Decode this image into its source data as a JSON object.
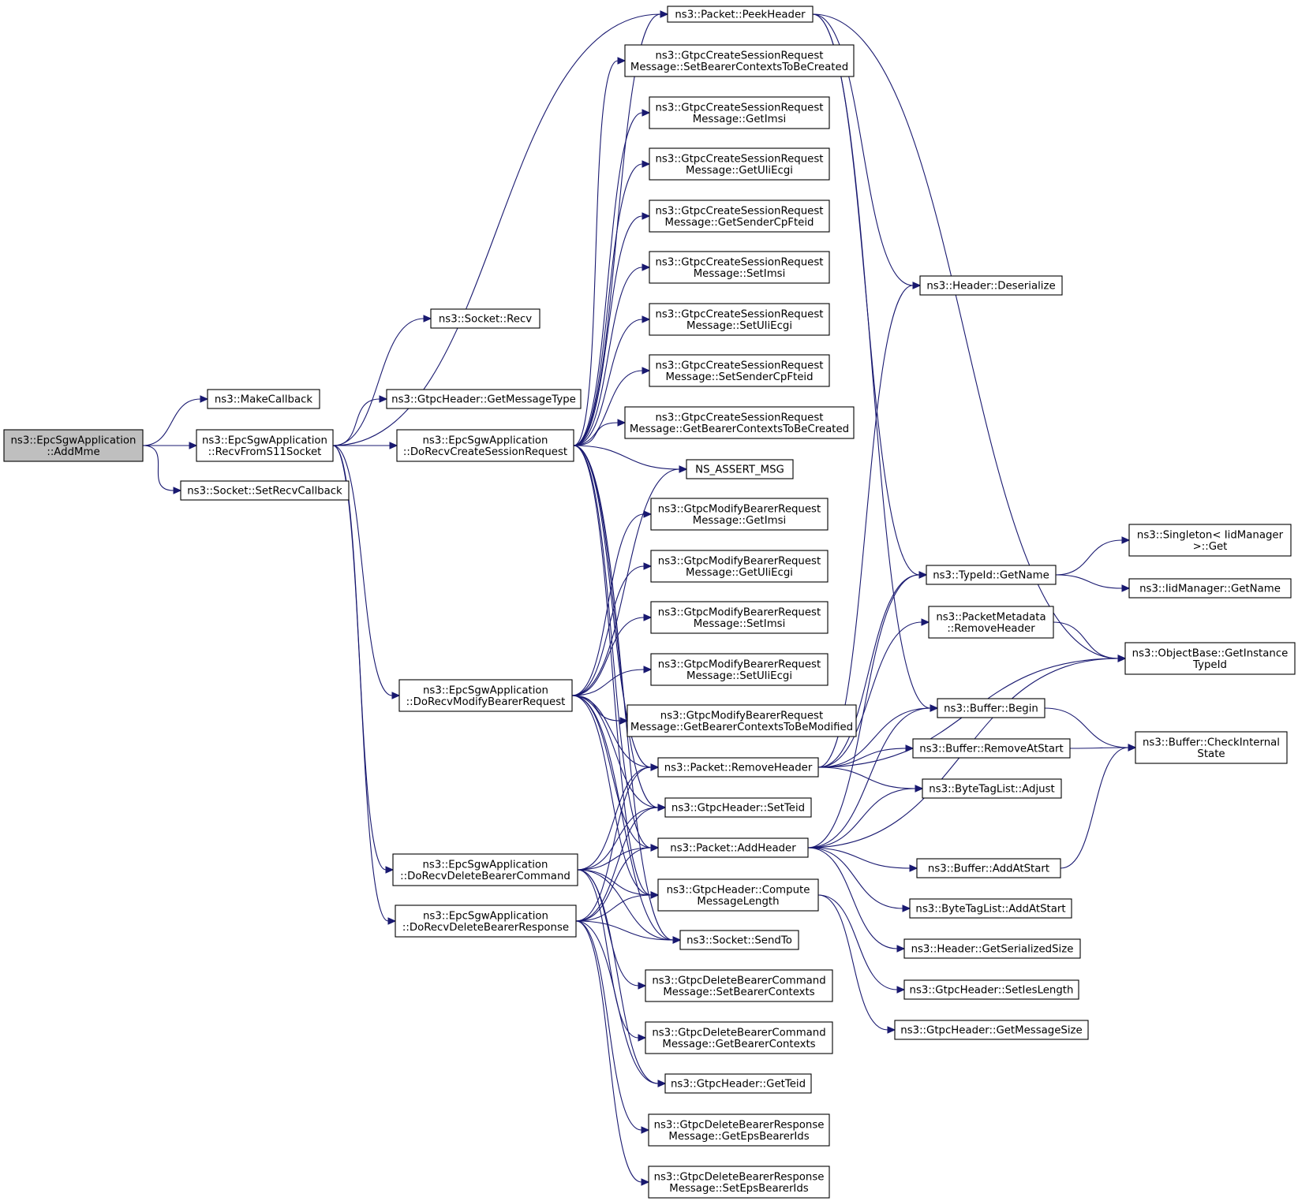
{
  "colors": {
    "edge": "#191970",
    "node_border": "#000000",
    "node_border_truncated": "#ff0000",
    "root_fill": "#bfbfbf",
    "node_fill": "#ffffff"
  },
  "nodes": [
    {
      "id": "root",
      "lines": [
        "ns3::EpcSgwApplication",
        "::AddMme"
      ],
      "root": true
    },
    {
      "id": "makecb",
      "lines": [
        "ns3::MakeCallback"
      ]
    },
    {
      "id": "recvs11",
      "lines": [
        "ns3::EpcSgwApplication",
        "::RecvFromS11Socket"
      ]
    },
    {
      "id": "setrecvcb",
      "lines": [
        "ns3::Socket::SetRecvCallback"
      ]
    },
    {
      "id": "sockrecv",
      "lines": [
        "ns3::Socket::Recv"
      ]
    },
    {
      "id": "getmsgtype",
      "lines": [
        "ns3::GtpcHeader::GetMessageType"
      ]
    },
    {
      "id": "docreate",
      "lines": [
        "ns3::EpcSgwApplication",
        "::DoRecvCreateSessionRequest"
      ]
    },
    {
      "id": "domodify",
      "lines": [
        "ns3::EpcSgwApplication",
        "::DoRecvModifyBearerRequest"
      ]
    },
    {
      "id": "dodelcmd",
      "lines": [
        "ns3::EpcSgwApplication",
        "::DoRecvDeleteBearerCommand"
      ]
    },
    {
      "id": "dodelresp",
      "lines": [
        "ns3::EpcSgwApplication",
        "::DoRecvDeleteBearerResponse"
      ]
    },
    {
      "id": "peekheader",
      "lines": [
        "ns3::Packet::PeekHeader"
      ]
    },
    {
      "id": "csr_setbctbc",
      "lines": [
        "ns3::GtpcCreateSessionRequest",
        "Message::SetBearerContextsToBeCreated"
      ]
    },
    {
      "id": "csr_getimsi",
      "lines": [
        "ns3::GtpcCreateSessionRequest",
        "Message::GetImsi"
      ]
    },
    {
      "id": "csr_getuli",
      "lines": [
        "ns3::GtpcCreateSessionRequest",
        "Message::GetUliEcgi"
      ]
    },
    {
      "id": "csr_getfteid",
      "lines": [
        "ns3::GtpcCreateSessionRequest",
        "Message::GetSenderCpFteid"
      ]
    },
    {
      "id": "csr_setimsi",
      "lines": [
        "ns3::GtpcCreateSessionRequest",
        "Message::SetImsi"
      ]
    },
    {
      "id": "csr_setuli",
      "lines": [
        "ns3::GtpcCreateSessionRequest",
        "Message::SetUliEcgi"
      ]
    },
    {
      "id": "csr_setfteid",
      "lines": [
        "ns3::GtpcCreateSessionRequest",
        "Message::SetSenderCpFteid"
      ]
    },
    {
      "id": "csr_getbctbc",
      "lines": [
        "ns3::GtpcCreateSessionRequest",
        "Message::GetBearerContextsToBeCreated"
      ]
    },
    {
      "id": "assert",
      "lines": [
        "NS_ASSERT_MSG"
      ]
    },
    {
      "id": "mbr_getimsi",
      "lines": [
        "ns3::GtpcModifyBearerRequest",
        "Message::GetImsi"
      ]
    },
    {
      "id": "mbr_getuli",
      "lines": [
        "ns3::GtpcModifyBearerRequest",
        "Message::GetUliEcgi"
      ]
    },
    {
      "id": "mbr_setimsi",
      "lines": [
        "ns3::GtpcModifyBearerRequest",
        "Message::SetImsi"
      ]
    },
    {
      "id": "mbr_setuli",
      "lines": [
        "ns3::GtpcModifyBearerRequest",
        "Message::SetUliEcgi"
      ]
    },
    {
      "id": "mbr_getbctbm",
      "lines": [
        "ns3::GtpcModifyBearerRequest",
        "Message::GetBearerContextsToBeModified"
      ]
    },
    {
      "id": "removeheader",
      "lines": [
        "ns3::Packet::RemoveHeader"
      ]
    },
    {
      "id": "setteid",
      "lines": [
        "ns3::GtpcHeader::SetTeid"
      ]
    },
    {
      "id": "addheader",
      "lines": [
        "ns3::Packet::AddHeader"
      ],
      "truncated": true
    },
    {
      "id": "computelen",
      "lines": [
        "ns3::GtpcHeader::Compute",
        "MessageLength"
      ]
    },
    {
      "id": "sendto",
      "lines": [
        "ns3::Socket::SendTo"
      ]
    },
    {
      "id": "dbc_setbc",
      "lines": [
        "ns3::GtpcDeleteBearerCommand",
        "Message::SetBearerContexts"
      ]
    },
    {
      "id": "dbc_getbc",
      "lines": [
        "ns3::GtpcDeleteBearerCommand",
        "Message::GetBearerContexts"
      ]
    },
    {
      "id": "getteid",
      "lines": [
        "ns3::GtpcHeader::GetTeid"
      ]
    },
    {
      "id": "dbr_geteps",
      "lines": [
        "ns3::GtpcDeleteBearerResponse",
        "Message::GetEpsBearerIds"
      ]
    },
    {
      "id": "dbr_seteps",
      "lines": [
        "ns3::GtpcDeleteBearerResponse",
        "Message::SetEpsBearerIds"
      ]
    },
    {
      "id": "deserialize",
      "lines": [
        "ns3::Header::Deserialize"
      ]
    },
    {
      "id": "typeidname",
      "lines": [
        "ns3::TypeId::GetName"
      ]
    },
    {
      "id": "pmremove",
      "lines": [
        "ns3::PacketMetadata",
        "::RemoveHeader"
      ],
      "truncated": true
    },
    {
      "id": "bufbegin",
      "lines": [
        "ns3::Buffer::Begin"
      ]
    },
    {
      "id": "bufremove",
      "lines": [
        "ns3::Buffer::RemoveAtStart"
      ],
      "truncated": true
    },
    {
      "id": "btladjust",
      "lines": [
        "ns3::ByteTagList::Adjust"
      ]
    },
    {
      "id": "bufaddstart",
      "lines": [
        "ns3::Buffer::AddAtStart"
      ],
      "truncated": true
    },
    {
      "id": "btladdstart",
      "lines": [
        "ns3::ByteTagList::AddAtStart"
      ],
      "truncated": true
    },
    {
      "id": "hdrsersize",
      "lines": [
        "ns3::Header::GetSerializedSize"
      ]
    },
    {
      "id": "setieslen",
      "lines": [
        "ns3::GtpcHeader::SetIesLength"
      ]
    },
    {
      "id": "getmsgsize",
      "lines": [
        "ns3::GtpcHeader::GetMessageSize"
      ]
    },
    {
      "id": "singletonget",
      "lines": [
        "ns3::Singleton< IidManager",
        " >::Get"
      ]
    },
    {
      "id": "iidgetname",
      "lines": [
        "ns3::IidManager::GetName"
      ],
      "truncated": true
    },
    {
      "id": "getinsttid",
      "lines": [
        "ns3::ObjectBase::GetInstance",
        "TypeId"
      ]
    },
    {
      "id": "checkinternal",
      "lines": [
        "ns3::Buffer::CheckInternal",
        "State"
      ],
      "truncated": true
    }
  ],
  "edges": [
    [
      "root",
      "makecb"
    ],
    [
      "root",
      "recvs11"
    ],
    [
      "root",
      "setrecvcb"
    ],
    [
      "recvs11",
      "sockrecv"
    ],
    [
      "recvs11",
      "peekheader"
    ],
    [
      "recvs11",
      "getmsgtype"
    ],
    [
      "recvs11",
      "docreate"
    ],
    [
      "recvs11",
      "domodify"
    ],
    [
      "recvs11",
      "dodelcmd"
    ],
    [
      "recvs11",
      "dodelresp"
    ],
    [
      "docreate",
      "peekheader"
    ],
    [
      "docreate",
      "csr_setbctbc"
    ],
    [
      "docreate",
      "csr_getimsi"
    ],
    [
      "docreate",
      "csr_getuli"
    ],
    [
      "docreate",
      "csr_getfteid"
    ],
    [
      "docreate",
      "csr_setimsi"
    ],
    [
      "docreate",
      "csr_setuli"
    ],
    [
      "docreate",
      "csr_setfteid"
    ],
    [
      "docreate",
      "csr_getbctbc"
    ],
    [
      "docreate",
      "assert"
    ],
    [
      "docreate",
      "removeheader"
    ],
    [
      "docreate",
      "setteid"
    ],
    [
      "docreate",
      "addheader"
    ],
    [
      "docreate",
      "computelen"
    ],
    [
      "docreate",
      "sendto"
    ],
    [
      "domodify",
      "assert"
    ],
    [
      "domodify",
      "mbr_getimsi"
    ],
    [
      "domodify",
      "mbr_getuli"
    ],
    [
      "domodify",
      "mbr_setimsi"
    ],
    [
      "domodify",
      "mbr_setuli"
    ],
    [
      "domodify",
      "mbr_getbctbm"
    ],
    [
      "domodify",
      "removeheader"
    ],
    [
      "domodify",
      "setteid"
    ],
    [
      "domodify",
      "addheader"
    ],
    [
      "domodify",
      "computelen"
    ],
    [
      "domodify",
      "sendto"
    ],
    [
      "dodelcmd",
      "removeheader"
    ],
    [
      "dodelcmd",
      "setteid"
    ],
    [
      "dodelcmd",
      "addheader"
    ],
    [
      "dodelcmd",
      "computelen"
    ],
    [
      "dodelcmd",
      "sendto"
    ],
    [
      "dodelcmd",
      "dbc_setbc"
    ],
    [
      "dodelcmd",
      "dbc_getbc"
    ],
    [
      "dodelcmd",
      "getteid"
    ],
    [
      "dodelresp",
      "removeheader"
    ],
    [
      "dodelresp",
      "setteid"
    ],
    [
      "dodelresp",
      "addheader"
    ],
    [
      "dodelresp",
      "computelen"
    ],
    [
      "dodelresp",
      "sendto"
    ],
    [
      "dodelresp",
      "getteid"
    ],
    [
      "dodelresp",
      "dbr_geteps"
    ],
    [
      "dodelresp",
      "dbr_seteps"
    ],
    [
      "peekheader",
      "deserialize"
    ],
    [
      "peekheader",
      "typeidname"
    ],
    [
      "peekheader",
      "bufbegin"
    ],
    [
      "peekheader",
      "getinsttid"
    ],
    [
      "removeheader",
      "deserialize"
    ],
    [
      "removeheader",
      "typeidname"
    ],
    [
      "removeheader",
      "pmremove"
    ],
    [
      "removeheader",
      "getinsttid"
    ],
    [
      "removeheader",
      "bufbegin"
    ],
    [
      "removeheader",
      "bufremove"
    ],
    [
      "removeheader",
      "btladjust"
    ],
    [
      "addheader",
      "typeidname"
    ],
    [
      "addheader",
      "bufbegin"
    ],
    [
      "addheader",
      "btladjust"
    ],
    [
      "addheader",
      "getinsttid"
    ],
    [
      "addheader",
      "bufaddstart"
    ],
    [
      "addheader",
      "btladdstart"
    ],
    [
      "addheader",
      "hdrsersize"
    ],
    [
      "computelen",
      "setieslen"
    ],
    [
      "computelen",
      "getmsgsize"
    ],
    [
      "typeidname",
      "singletonget"
    ],
    [
      "typeidname",
      "iidgetname"
    ],
    [
      "pmremove",
      "getinsttid"
    ],
    [
      "bufbegin",
      "checkinternal"
    ],
    [
      "bufremove",
      "checkinternal"
    ],
    [
      "bufaddstart",
      "checkinternal"
    ]
  ]
}
